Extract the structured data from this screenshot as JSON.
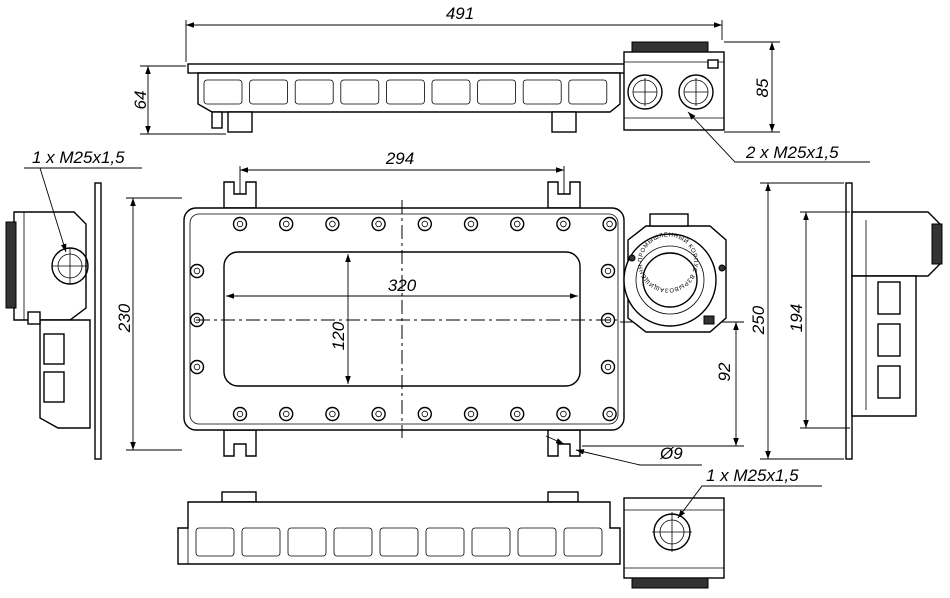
{
  "dimensions": {
    "overall_length": "491",
    "top_view_height": "64",
    "box_height": "85",
    "mount_spacing": "294",
    "window_width": "320",
    "window_height": "120",
    "body_height": "230",
    "mount_height": "250",
    "side_height": "194",
    "axis_offset": "92",
    "hole_diameter": "Ø9"
  },
  "callouts": {
    "top_entries": "2 x M25x1,5",
    "left_entry": "1 x M25x1,5",
    "bottom_entry": "1 x M25x1,5"
  },
  "nameplate": {
    "text": "ПРОМЫШЛЕННЫЙ КОРПУС ВЗРЫВОЗАЩИЩЕННЫЙ"
  }
}
